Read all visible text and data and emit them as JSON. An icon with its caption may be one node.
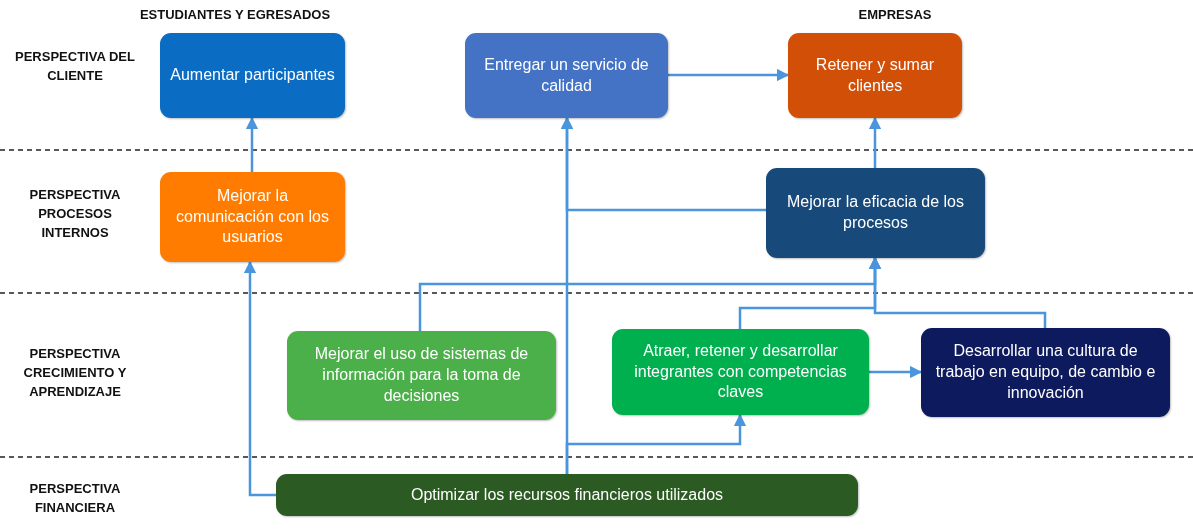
{
  "diagram": {
    "nodes": [
      {
        "text": [
          "Aumentar participantes"
        ]
      },
      {
        "text": [
          "Entregar un servicio de calidad"
        ]
      },
      {
        "text": [
          "Retener y sumar clientes"
        ]
      },
      {
        "text": [
          "Mejorar la comunicación con los usuarios"
        ]
      },
      {
        "text": [
          "Mejorar la eficacia de los procesos"
        ]
      },
      {
        "text": [
          "Mejorar el uso de sistemas de información para la toma de decisiones"
        ]
      },
      {
        "text": [
          "Atraer, retener y desarrollar integrantes con competencias claves"
        ]
      },
      {
        "text": [
          "Desarrollar una cultura de trabajo en equipo, de cambio e innovación"
        ]
      },
      {
        "text": [
          "Optimizar los recursos financieros utilizados"
        ]
      }
    ],
    "edges": [
      {
        "from": 8,
        "to": 3,
        "arrow": "to"
      },
      {
        "from": 3,
        "to": 0,
        "arrow": "to"
      },
      {
        "from": 8,
        "to": 1,
        "arrow": "to"
      },
      {
        "from": 8,
        "to": 6,
        "arrow": "to"
      },
      {
        "from": 4,
        "to": 1,
        "arrow": "to"
      },
      {
        "from": 1,
        "to": 2,
        "arrow": "to"
      },
      {
        "from": 4,
        "to": 2,
        "arrow": "to"
      },
      {
        "from": 5,
        "to": 4,
        "arrow": "to"
      },
      {
        "from": 6,
        "to": 4,
        "arrow": "to"
      },
      {
        "from": 7,
        "to": 4,
        "arrow": "to"
      },
      {
        "from": 6,
        "to": 7,
        "arrow": "to"
      }
    ],
    "labels": [
      "ESTUDIANTES Y EGRESADOS",
      "EMPRESAS",
      "PERSPECTIVA DEL CLIENTE",
      "PERSPECTIVA PROCESOS INTERNOS",
      "PERSPECTIVA CRECIMIENTO Y APRENDIZAJE",
      "PERSPECTIVA FINANCIERA"
    ]
  }
}
